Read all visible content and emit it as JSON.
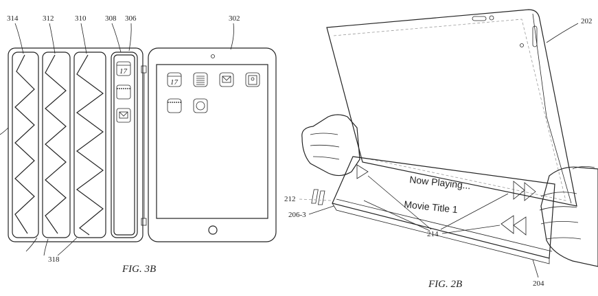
{
  "fig3b": {
    "caption": "FIG. 3B",
    "labels": {
      "l314": "314",
      "l312": "312",
      "l310": "310",
      "l308": "308",
      "l306": "306",
      "l302": "302",
      "l318": "318"
    },
    "calendar_date": "17",
    "tablet_calendar_date": "17"
  },
  "fig2b": {
    "caption": "FIG. 2B",
    "labels": {
      "l202": "202",
      "l212": "212",
      "l206": "206-3",
      "l214": "214",
      "l204": "204"
    },
    "now_playing": "Now Playing...",
    "movie_title": "Movie Title 1"
  }
}
